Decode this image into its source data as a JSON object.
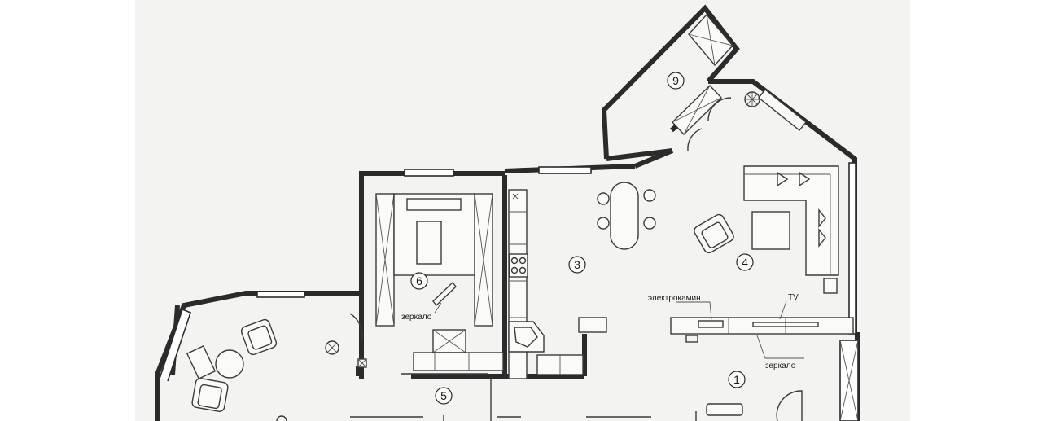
{
  "rooms": [
    {
      "id": "room-1",
      "number": "1"
    },
    {
      "id": "room-3",
      "number": "3"
    },
    {
      "id": "room-4",
      "number": "4"
    },
    {
      "id": "room-5",
      "number": "5"
    },
    {
      "id": "room-6",
      "number": "6"
    },
    {
      "id": "room-9",
      "number": "9"
    }
  ],
  "labels": {
    "fireplace": "электрокамин",
    "tv": "TV",
    "mirror_living": "зеркало",
    "mirror_bedroom": "зеркало"
  }
}
